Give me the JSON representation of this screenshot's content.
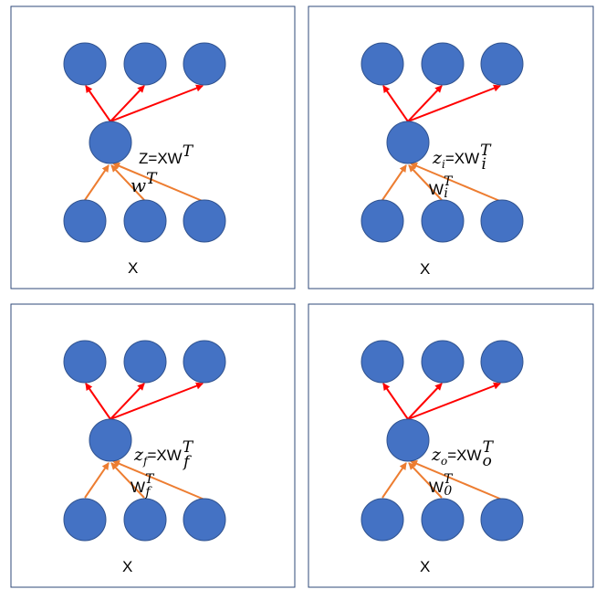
{
  "colors": {
    "node_fill": "#4472c4",
    "node_stroke": "#2f528f",
    "output_arrow": "#ff0000",
    "input_arrow": "#ed7d31",
    "frame": "#2f4a7a"
  },
  "panels": [
    {
      "input_label": "X",
      "equation": {
        "lhs": "Z",
        "lhs_sub": "",
        "eq": "=XW",
        "sup": "T",
        "sub": ""
      },
      "weight": {
        "base": "w",
        "sup": "T",
        "sub": ""
      }
    },
    {
      "input_label": "X",
      "equation": {
        "lhs": "z",
        "lhs_sub": "i",
        "eq": "=XW",
        "sup": "T",
        "sub": "i"
      },
      "weight": {
        "base": "W",
        "sup": "T",
        "sub": "i"
      }
    },
    {
      "input_label": "X",
      "equation": {
        "lhs": "z",
        "lhs_sub": "f",
        "eq": "=XW",
        "sup": "T",
        "sub": "f"
      },
      "weight": {
        "base": "W",
        "sup": "T",
        "sub": "f"
      }
    },
    {
      "input_label": "X",
      "equation": {
        "lhs": "z",
        "lhs_sub": "o",
        "eq": "=XW",
        "sup": "T",
        "sub": "o"
      },
      "weight": {
        "base": "W",
        "sup": "T",
        "sub": "0"
      }
    }
  ]
}
